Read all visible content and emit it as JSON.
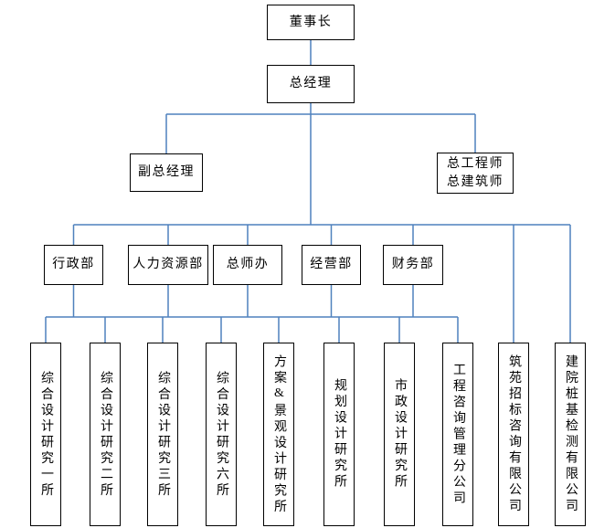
{
  "colors": {
    "connector_line": "#4F81BD",
    "box_border": "#000000",
    "box_fill": "#FFFFFF",
    "text": "#000000",
    "background": "#FFFFFF"
  },
  "org_chart": {
    "chairman": {
      "label": "董事长"
    },
    "general_manager": {
      "label": "总经理"
    },
    "deputy_general_manager": {
      "label": "副总经理"
    },
    "chief_engineer_architect": {
      "line1": "总工程师",
      "line2": "总建筑师"
    },
    "departments": [
      {
        "label": "行政部"
      },
      {
        "label": "人力资源部"
      },
      {
        "label": "总师办"
      },
      {
        "label": "经营部"
      },
      {
        "label": "财务部"
      }
    ],
    "institutes": [
      {
        "label": "综合设计研究一所"
      },
      {
        "label": "综合设计研究二所"
      },
      {
        "label": "综合设计研究三所"
      },
      {
        "label": "综合设计研究六所"
      },
      {
        "label": "方案&景观设计研究所"
      },
      {
        "label": "规划设计研究所"
      },
      {
        "label": "市政设计研究所"
      },
      {
        "label": "工程咨询管理分公司"
      },
      {
        "label": "筑苑招标咨询有限公司"
      },
      {
        "label": "建院桩基检测有限公司"
      }
    ]
  }
}
